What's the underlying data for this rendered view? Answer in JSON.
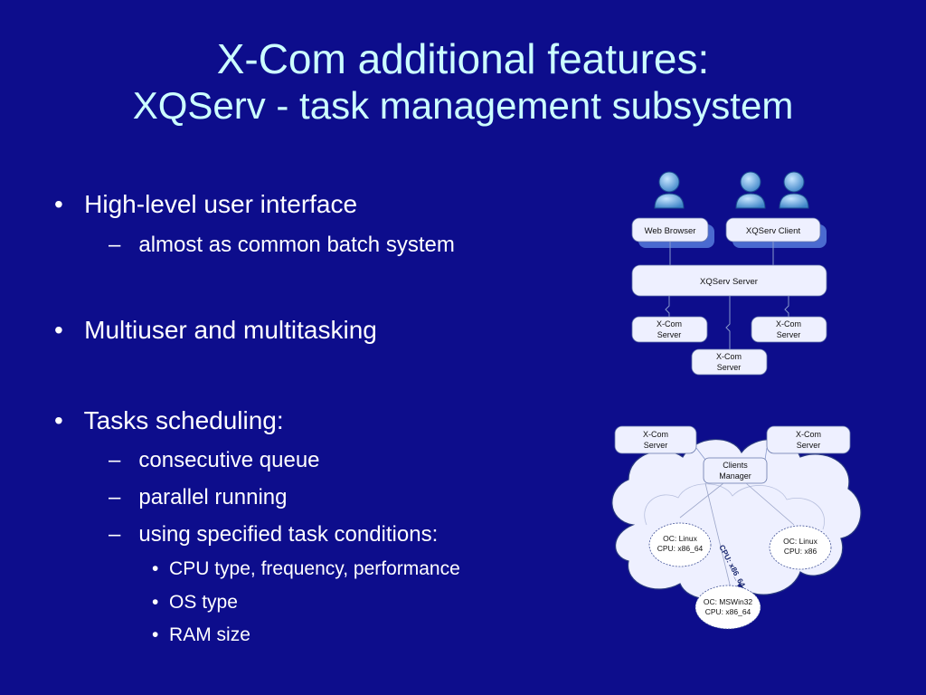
{
  "title": {
    "line1": "X-Com additional features:",
    "line2": "XQServ - task management subsystem"
  },
  "bullets": [
    {
      "level": 1,
      "text": "High-level user interface"
    },
    {
      "level": 2,
      "text": "almost as common batch system"
    },
    {
      "level": 1,
      "text": "Multiuser and multitasking"
    },
    {
      "level": 1,
      "text": "Tasks scheduling:"
    },
    {
      "level": 2,
      "text": "consecutive queue"
    },
    {
      "level": 2,
      "text": "parallel running"
    },
    {
      "level": 2,
      "text": "using specified task conditions:"
    },
    {
      "level": 3,
      "text": "CPU type, frequency, performance"
    },
    {
      "level": 3,
      "text": "OS type"
    },
    {
      "level": 3,
      "text": "RAM size"
    }
  ],
  "markers": {
    "level1": "•",
    "level2": "–",
    "level3": "•"
  },
  "diagram_top": {
    "web_browser": "Web Browser",
    "xqserv_client": "XQServ Client",
    "xqserv_server": "XQServ Server",
    "xcom_server_a_1": "X-Com",
    "xcom_server_a_2": "Server",
    "xcom_server_b_1": "X-Com",
    "xcom_server_b_2": "Server",
    "xcom_server_c_1": "X-Com",
    "xcom_server_c_2": "Server"
  },
  "diagram_bottom": {
    "xcom_left_1": "X-Com",
    "xcom_left_2": "Server",
    "xcom_right_1": "X-Com",
    "xcom_right_2": "Server",
    "clients_manager_1": "Clients",
    "clients_manager_2": "Manager",
    "node_linux64_1": "OC: Linux",
    "node_linux64_2": "CPU: x86_64",
    "node_linux86_1": "OC: Linux",
    "node_linux86_2": "CPU: x86",
    "node_win_1": "OC: MSWin32",
    "node_win_2": "CPU: x86_64",
    "link_label": "CPU: x86_64"
  },
  "colors": {
    "background": "#0d0d8c",
    "title": "#ccffff",
    "text": "#ffffff",
    "box_fill": "#eef0ff",
    "box_shadow": "#4a6ad0",
    "cloud_fill": "#eef0ff"
  }
}
